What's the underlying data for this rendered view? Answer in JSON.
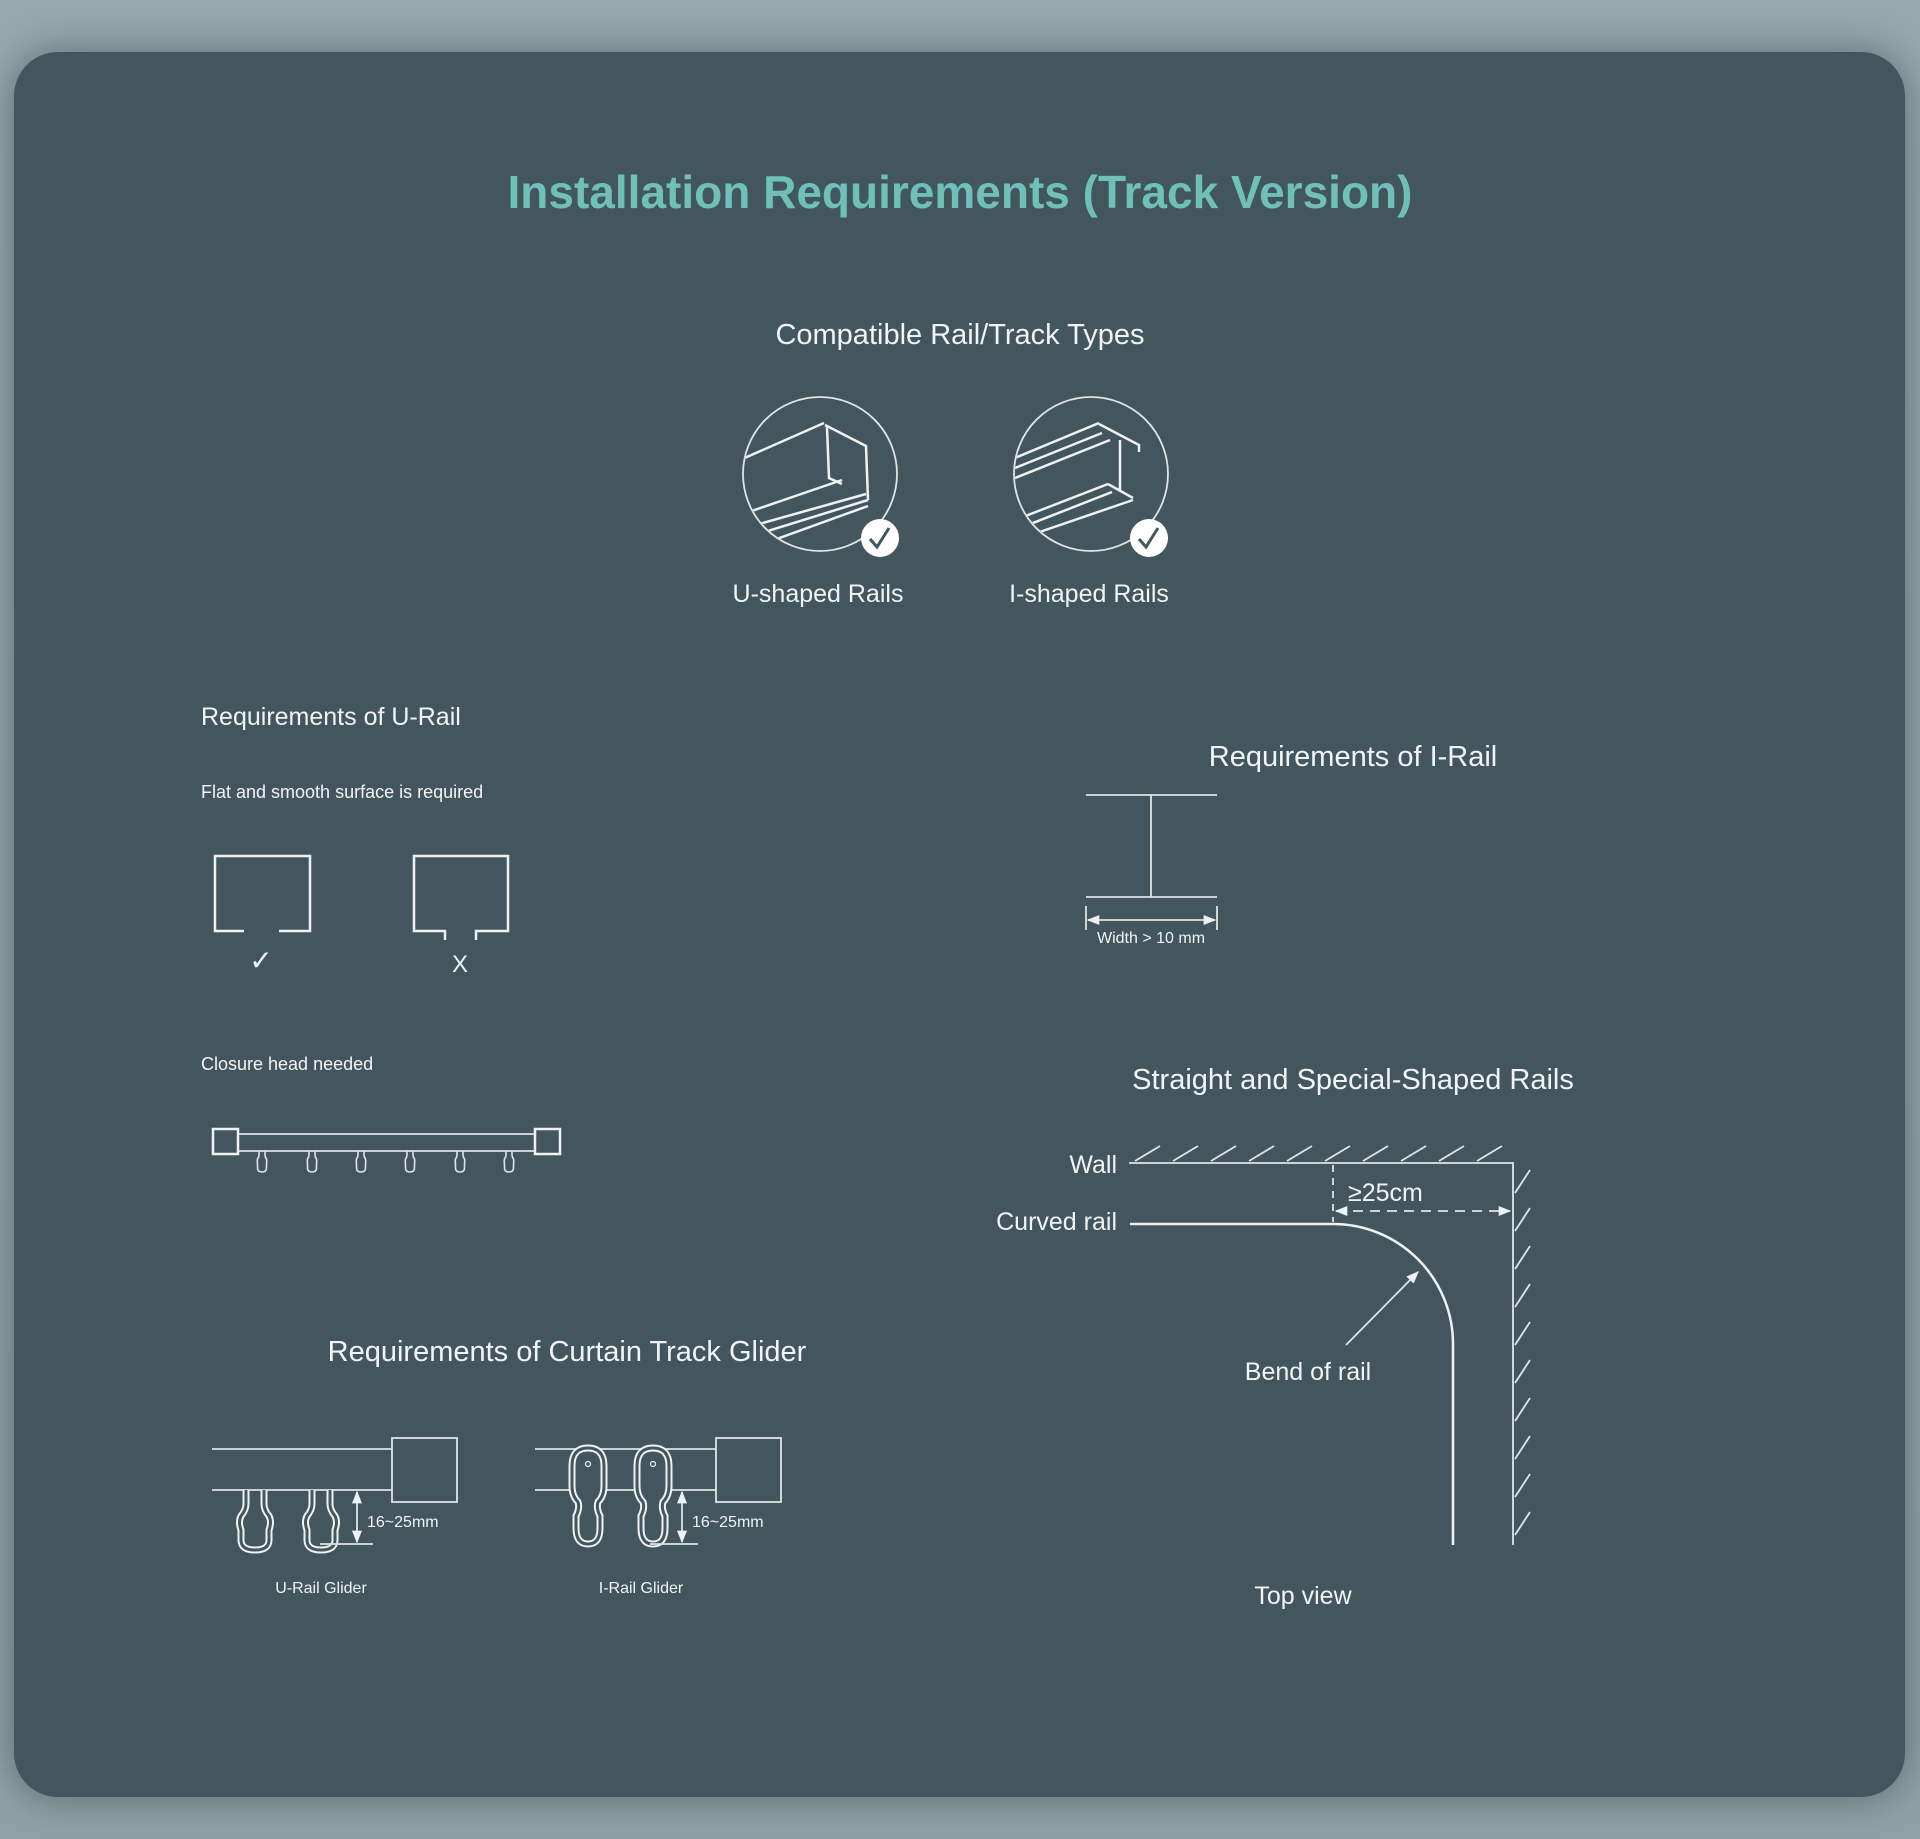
{
  "title": "Installation Requirements (Track Version)",
  "colors": {
    "accent": "#6ec0b9",
    "card": "#43565d",
    "text": "#f1f4f4"
  },
  "compatible": {
    "heading": "Compatible Rail/Track Types",
    "types": [
      {
        "label": "U-shaped Rails",
        "icon": "u-rail-icon",
        "status": "check"
      },
      {
        "label": "I-shaped Rails",
        "icon": "i-rail-icon",
        "status": "check"
      }
    ]
  },
  "u_rail": {
    "heading": "Requirements of U-Rail",
    "flat_note": "Flat and smooth surface is required",
    "ok_mark": "✓",
    "bad_mark": "X",
    "closure_note": "Closure head needed"
  },
  "i_rail": {
    "heading": "Requirements of I-Rail",
    "width_label": "Width > 10 mm"
  },
  "glider": {
    "heading": "Requirements of Curtain Track Glider",
    "u_dim": "16~25mm",
    "i_dim": "16~25mm",
    "u_label": "U-Rail Glider",
    "i_label": "I-Rail Glider"
  },
  "shaped": {
    "heading": "Straight and Special-Shaped Rails",
    "wall": "Wall",
    "curved_rail": "Curved rail",
    "distance": "≥25cm",
    "bend": "Bend of rail",
    "view": "Top view"
  }
}
